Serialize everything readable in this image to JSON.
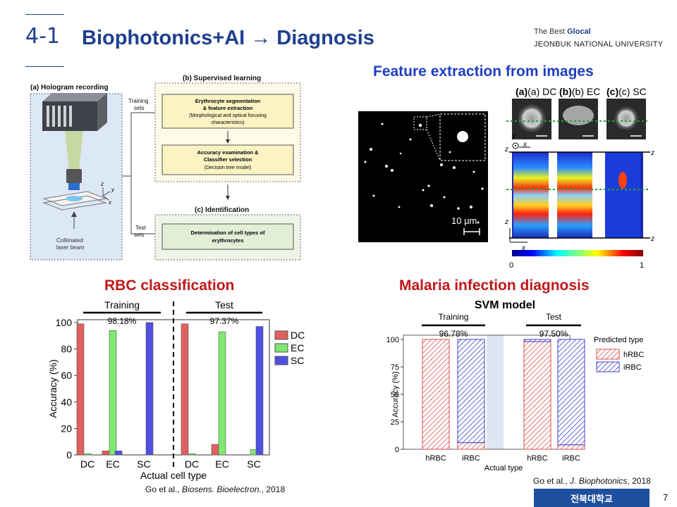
{
  "header": {
    "section_number": "4-1",
    "title": "Biophotonics+AI → Diagnosis",
    "univ_prefix": "The Best ",
    "univ_glocal": "Glocal",
    "univ_name": "JEONBUK NATIONAL UNIVERSITY"
  },
  "diagram": {
    "a_label": "(a) Hologram recording",
    "b_label": "(b) Supervised learning",
    "c_label": "(c) Identification",
    "training_sets": [
      "Training",
      "sets"
    ],
    "test_sets": [
      "Test",
      "sets"
    ],
    "box1": [
      "Erythrocyte segmentation",
      "& feature extraction",
      "(Morphological and optical focusing",
      "characteristics)"
    ],
    "box2": [
      "Accuracy examination &",
      "Classifier selection",
      "(Decision tree model)"
    ],
    "box3": [
      "Determination of cell types of",
      "erythrocytes"
    ],
    "laser": [
      "Collimated",
      "laser beam"
    ],
    "axes": {
      "z": "z",
      "y": "y",
      "x": "x"
    }
  },
  "feature": {
    "heading": "Feature extraction from images",
    "scale": "10 μm",
    "panels": [
      "(a) DC",
      "(b) EC",
      "(c) SC"
    ],
    "axis_z": "z",
    "axis_x": "x",
    "axis_y": "y",
    "cbar_min": "0",
    "cbar_max": "1"
  },
  "rbc": {
    "heading": "RBC classification",
    "citation_prefix": "Go et al., ",
    "citation_journal": "Biosens. Bioelectron.",
    "citation_year": ", 2018"
  },
  "malaria": {
    "heading": "Malaria infection diagnosis",
    "citation_prefix": "Go et al., ",
    "citation_journal": "J. Biophotonics",
    "citation_year": ", 2018"
  },
  "chart_data": [
    {
      "type": "bar",
      "title": "",
      "xlabel": "Actual cell type",
      "ylabel": "Accuracy (%)",
      "ylim": [
        0,
        100
      ],
      "yticks": [
        0,
        20,
        40,
        60,
        80,
        100
      ],
      "groups": [
        {
          "label": "Training",
          "accuracy_label": "98.18%",
          "categories": [
            "DC",
            "EC",
            "SC"
          ]
        },
        {
          "label": "Test",
          "accuracy_label": "97.37%",
          "categories": [
            "DC",
            "EC",
            "SC"
          ]
        }
      ],
      "series": [
        {
          "name": "DC",
          "color": "#e06060",
          "values": [
            99,
            3,
            0,
            99,
            8,
            0
          ]
        },
        {
          "name": "EC",
          "color": "#80e870",
          "values": [
            1,
            94,
            0,
            1,
            93,
            4
          ]
        },
        {
          "name": "SC",
          "color": "#5050e0",
          "values": [
            0,
            3,
            100,
            0,
            0,
            97
          ]
        }
      ],
      "legend_position": "right"
    },
    {
      "type": "bar",
      "title": "SVM model",
      "xlabel": "Actual  type",
      "ylabel": "Accuracy (%)",
      "ylim": [
        0,
        100
      ],
      "yticks": [
        0,
        25,
        50,
        75,
        100
      ],
      "groups": [
        {
          "label": "Training",
          "accuracy_label": "96.78%",
          "categories": [
            "hRBC",
            "iRBC"
          ]
        },
        {
          "label": "Test",
          "accuracy_label": "97.50%",
          "categories": [
            "hRBC",
            "iRBC"
          ]
        }
      ],
      "legend_title": "Predicted type",
      "series": [
        {
          "name": "hRBC",
          "color": "#e05050",
          "values": [
            100,
            6,
            98,
            4
          ]
        },
        {
          "name": "iRBC",
          "color": "#4040d0",
          "values": [
            0,
            94,
            2,
            96
          ]
        }
      ],
      "legend_position": "right"
    }
  ],
  "footer": {
    "badge": "전북대학교",
    "page": "7"
  }
}
